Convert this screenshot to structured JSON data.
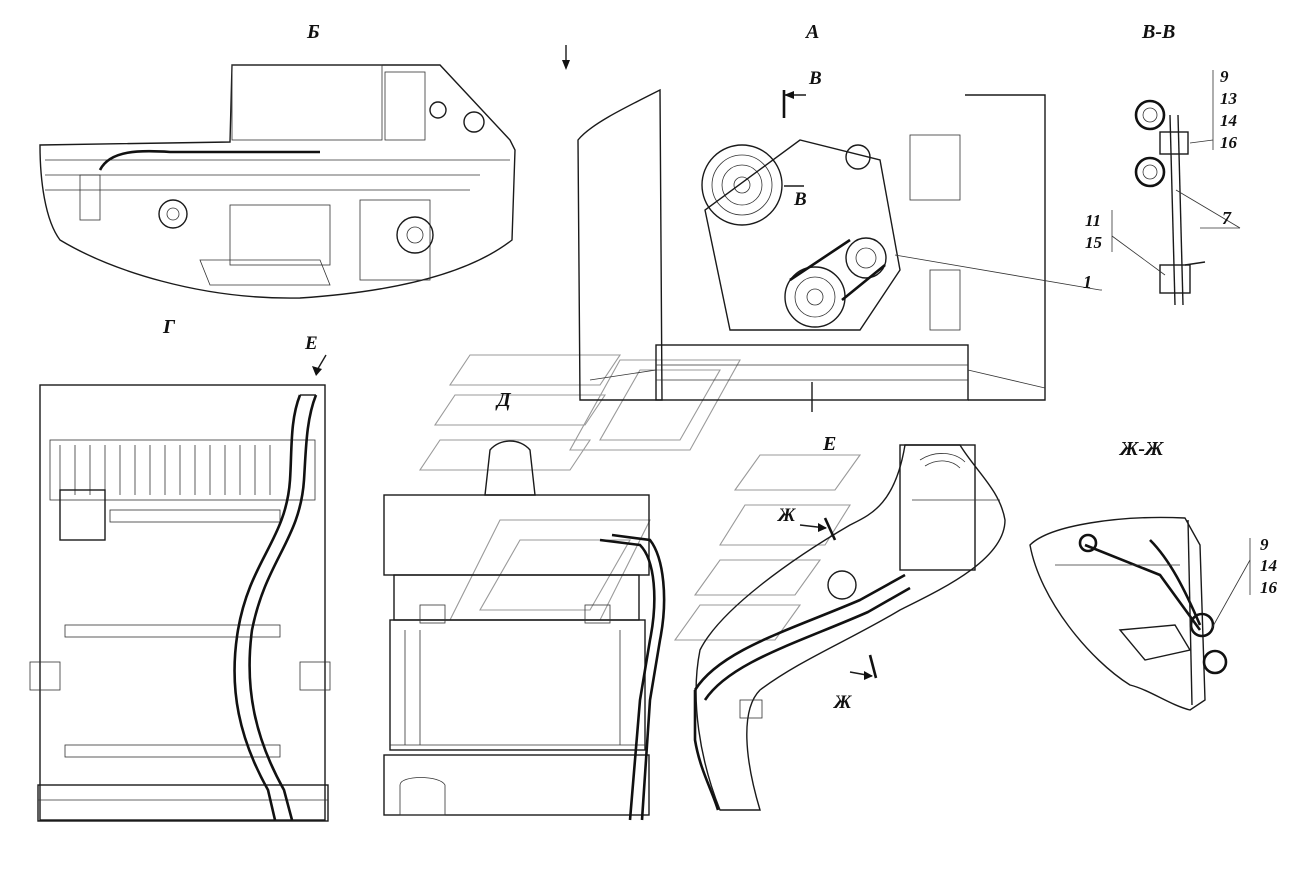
{
  "views": {
    "b": "Б",
    "a": "А",
    "vv": "В-В",
    "g": "Г",
    "d": "Д",
    "e": "Е",
    "zhzh": "Ж-Ж"
  },
  "markers": {
    "e_arrow": "Е",
    "v_top": "В",
    "v_bottom": "В",
    "zh_top": "Ж",
    "zh_bottom": "Ж"
  },
  "callouts": {
    "part_1": "1",
    "part_7": "7",
    "vv_stack": [
      "9",
      "13",
      "14",
      "16"
    ],
    "vv_side": [
      "11",
      "15"
    ],
    "zhzh_stack": [
      "9",
      "14",
      "16"
    ]
  }
}
